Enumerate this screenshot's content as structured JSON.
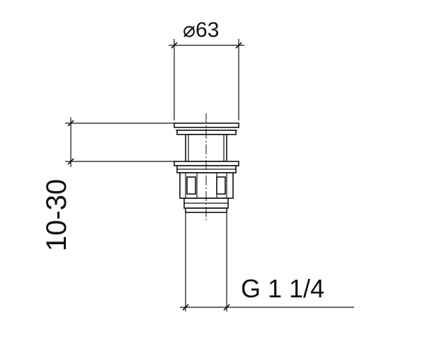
{
  "labels": {
    "diameter": "⌀63",
    "height_range": "10-30",
    "thread": "G 1 1/4"
  },
  "colors": {
    "line": "#111111",
    "background": "#ffffff"
  }
}
